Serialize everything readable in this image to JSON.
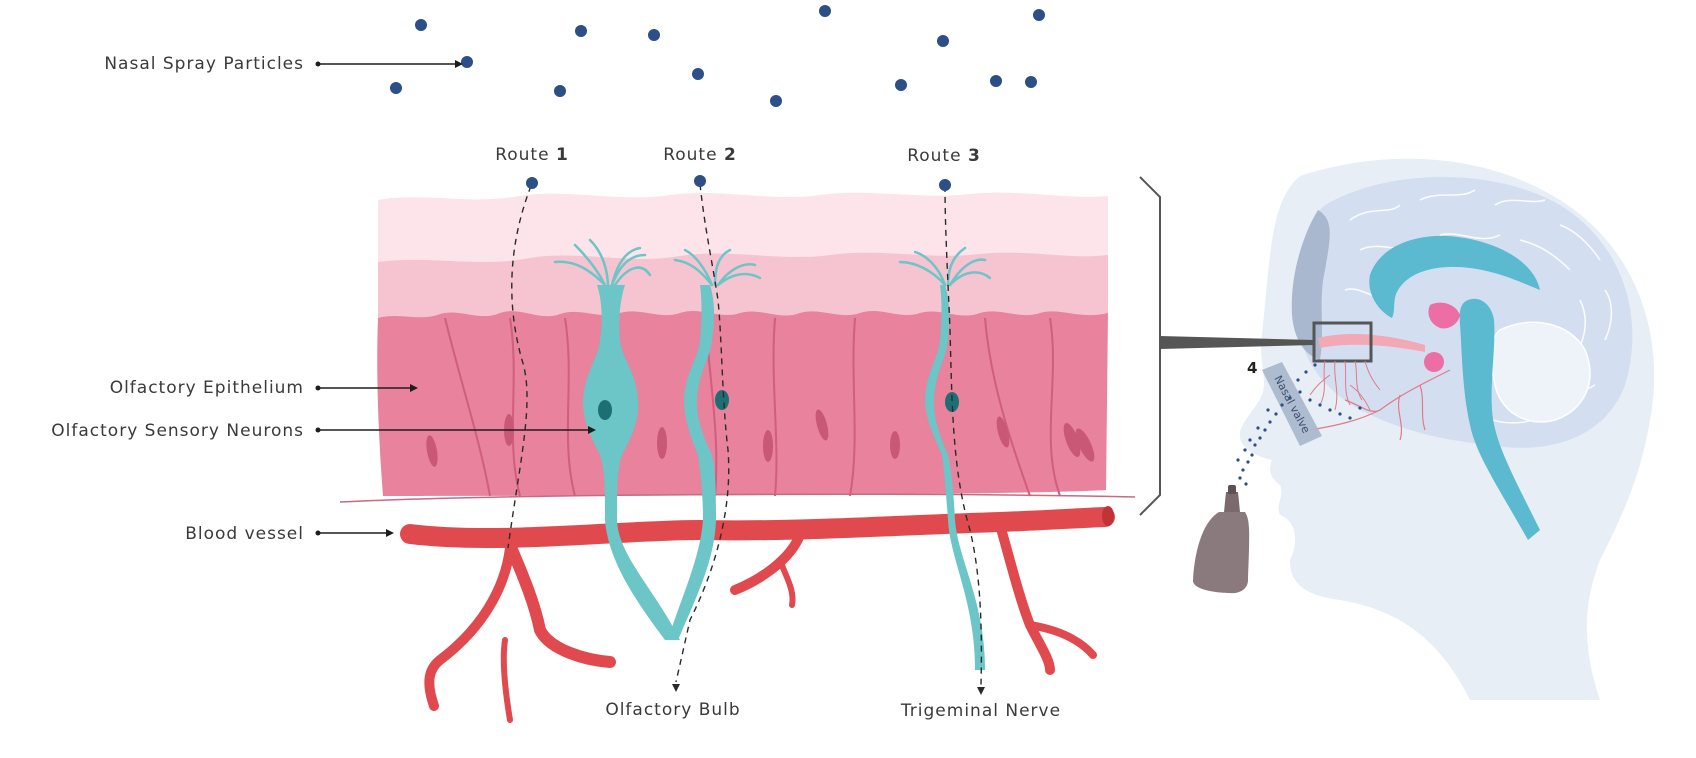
{
  "labels": {
    "nasal_spray_particles": "Nasal Spray Particles",
    "olfactory_epithelium": "Olfactory Epithelium",
    "olfactory_sensory_neurons": "Olfactory Sensory Neurons",
    "blood_vessel": "Blood vessel",
    "olfactory_bulb": "Olfactory Bulb",
    "trigeminal_nerve": "Trigeminal Nerve",
    "nasal_valve": "Nasal valve",
    "route_4": "4"
  },
  "routes": [
    {
      "prefix": "Route",
      "number": "1"
    },
    {
      "prefix": "Route",
      "number": "2"
    },
    {
      "prefix": "Route",
      "number": "3"
    }
  ],
  "colors": {
    "particle": "#2b4f86",
    "epithelium_top": "#fbe4ea",
    "epithelium_mid": "#f5c4d0",
    "epithelium_cells": "#e8829d",
    "neuron": "#6cc5c6",
    "blood": "#e04a4e",
    "head": "#e7edf5",
    "brain": "#d3def0",
    "ventricle": "#5bb8cf"
  }
}
